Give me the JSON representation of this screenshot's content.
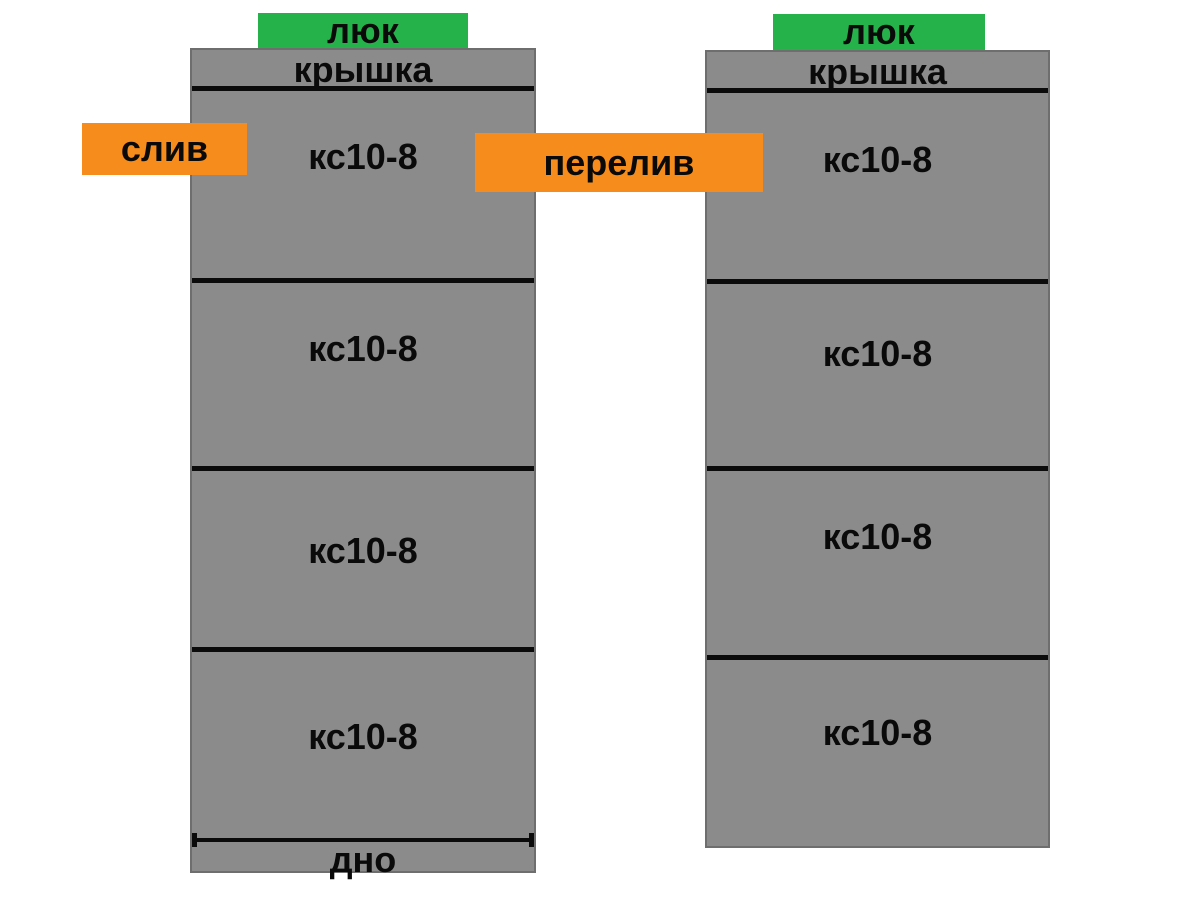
{
  "diagram": {
    "title_hint": "two-well concrete ring septic scheme",
    "colors": {
      "ring_gray": "#8b8b8b",
      "ring_border": "#6e6e6e",
      "hatch_green": "#26b24b",
      "pipe_orange": "#f68c1c",
      "line_black": "#0b0b0b"
    },
    "left_column": {
      "hatch_label": "люк",
      "cover_label": "крышка",
      "rings": [
        "кс10-8",
        "кс10-8",
        "кс10-8",
        "кс10-8"
      ],
      "bottom_label": "дно"
    },
    "right_column": {
      "hatch_label": "люк",
      "cover_label": "крышка",
      "rings": [
        "кс10-8",
        "кс10-8",
        "кс10-8",
        "кс10-8"
      ]
    },
    "pipes": {
      "drain_label": "слив",
      "overflow_label": "перелив"
    }
  }
}
